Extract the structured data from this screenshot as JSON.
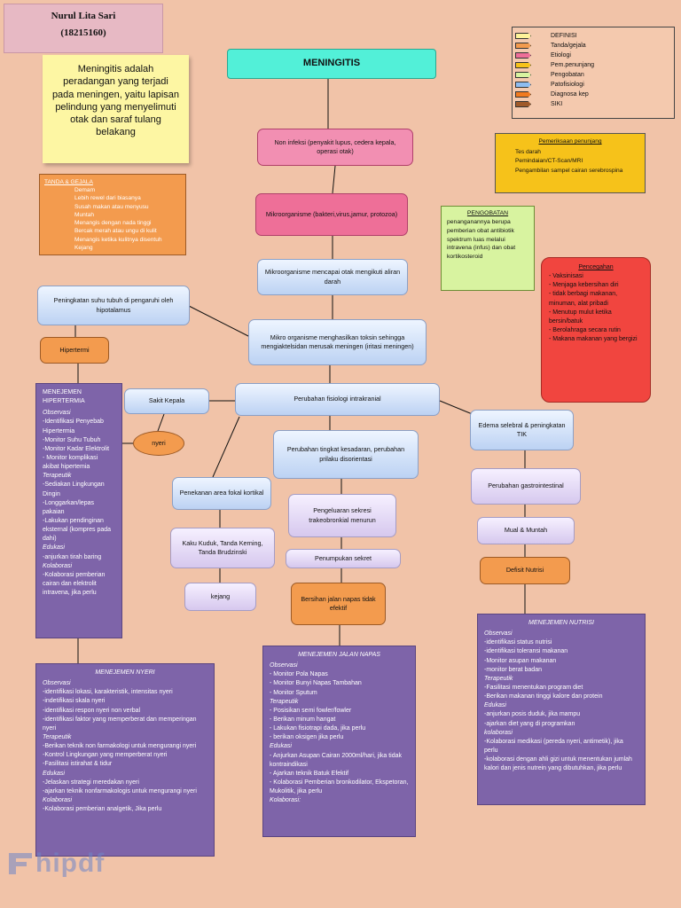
{
  "author": {
    "name": "Nurul Lita Sari",
    "id": "(18215160)"
  },
  "definition": "Meningitis adalah peradangan yang terjadi pada meningen, yaitu lapisan pelindung yang menyelimuti otak dan saraf tulang belakang",
  "title": "MENINGITIS",
  "legend": [
    {
      "label": "DEFINISI",
      "color": "#fdf39a"
    },
    {
      "label": "Tanda/gejala",
      "color": "#f39b4e"
    },
    {
      "label": "Etiologi",
      "color": "#ee6f98"
    },
    {
      "label": "Pem.penunjang",
      "color": "#f6c21a"
    },
    {
      "label": "Pengobatan",
      "color": "#d8f3a0"
    },
    {
      "label": "Patofisiologi",
      "color": "#8fbdf0"
    },
    {
      "label": "Diagnosa kep",
      "color": "#f07a20"
    },
    {
      "label": "SIKI",
      "color": "#a05a2a"
    }
  ],
  "tanda_gejala": {
    "title": "TANDA & GEJALA",
    "items": [
      "Demam",
      "Lebih rewel dari biasanya",
      "Susah makan atau menyusu",
      "Muntah",
      "Menangis dengan nada tinggi",
      "Bercak merah atau ungu di kulit",
      "Menangis ketika kulitnya disentuh",
      "Kejang"
    ]
  },
  "pemeriksaan": {
    "title": "Pemeriksaan penunjang",
    "items": [
      "Tes darah",
      "Pemindaian/CT-Scan/MRI",
      "Pengambilan sampel cairan serebrospina"
    ]
  },
  "pengobatan": {
    "title": "PENGOBATAN",
    "text": "penanganannya berupa pemberian obat antibiotik spektrum luas melalui intravena (infus) dan obat kortikosteroid"
  },
  "pencegahan": {
    "title": "Pencegahan",
    "items": [
      "- Vaksinisasi",
      "- Menjaga kebersihan diri",
      "- tidak berbagi makanan, minuman, alat pribadi",
      "- Menutup mulut ketika bersin/batuk",
      "- Berolahraga secara rutin",
      "- Makana makanan yang bergizi"
    ]
  },
  "nodes": {
    "non_infeksi": "Non infeksi (penyakit lupus, cedera kepala, operasi otak)",
    "mikro": "Mikroorganisme (bakteri,virus,jamur, protozoa)",
    "mikro_masuk": "Mikroorganisme mencapai otak mengikuti aliran darah",
    "toksin": "Mikro organisme menghasilkan toksin sehingga mengiaktelsidan merusak meningen (iritasi meningen)",
    "suhu": "Peningkatan suhu tubuh di pengaruhi oleh hipotalamus",
    "hipertermi": "Hipertermi",
    "sakit_kepala": "Sakit Kepala",
    "nyeri": "nyeri",
    "tik": "Perubahan fisiologi intrakranial",
    "kesadaran": "Perubahan tingkat kesadaran, perubahan prilaku disorientasi",
    "penekanan": "Penekanan area fokal kortikal",
    "kaku": "Kaku Kuduk, Tanda Kerning, Tanda Brudzinski",
    "kejang": "kejang",
    "sekresi": "Pengeluaran sekresi trakeobronkial menurun",
    "penumpukan": "Penumpukan sekret",
    "napas": "Bersihan jalan napas tidak efektif",
    "edema": "Edema selebral & peningkatan TIK",
    "gastro": "Perubahan gastrointestinal",
    "mual": "Mual & Muntah",
    "defisit": "Defisit Nutrisi"
  },
  "hipertermia": {
    "title": "MENEJEMEN HIPERTERMIA",
    "lines": [
      {
        "t": "Observasi",
        "i": true
      },
      {
        "t": "-Identifikasi Penyebab Hipertermia"
      },
      {
        "t": "-Monitor Suhu Tubuh"
      },
      {
        "t": "-Monitor Kadar Elektrolit"
      },
      {
        "t": "- Monitor komplikasi akibat hipertemia"
      },
      {
        "t": "Terapeutik",
        "i": true
      },
      {
        "t": "-Sediakan Lingkungan Dingin"
      },
      {
        "t": "-Longgarkan/lepas pakaian"
      },
      {
        "t": "-Lakukan pendinginan eksternal (kompres pada dahi)"
      },
      {
        "t": "Edukasi",
        "i": true
      },
      {
        "t": "-anjurkan tirah baring"
      },
      {
        "t": "Kolaborasi",
        "i": true
      },
      {
        "t": "-Kolaborasi pemberian cairan dan elektrolit intravena, jika perlu"
      }
    ]
  },
  "nyeri": {
    "title": "MENEJEMEN NYERI",
    "lines": [
      {
        "t": "Observasi",
        "i": true
      },
      {
        "t": "-identifikasi lokasi, karakteristik, intensitas nyeri"
      },
      {
        "t": "-indetifikasi skala nyeri"
      },
      {
        "t": "-identifikasi respon nyeri non verbal"
      },
      {
        "t": "-identifikasi faktor yang memperberat dan memperingan nyeri"
      },
      {
        "t": "Terapeutik",
        "i": true
      },
      {
        "t": "-Berikan teknik non farmakologi untuk mengurangi nyeri"
      },
      {
        "t": "-Kontrol Lingkungan yang memperberat nyeri"
      },
      {
        "t": "-Fasilitasi istirahat & tidur"
      },
      {
        "t": "Edukasi",
        "i": true
      },
      {
        "t": "-Jelaskan strategi meredakan nyeri"
      },
      {
        "t": "-ajarkan teknik nonfarmakologis untuk mengurangi nyeri"
      },
      {
        "t": "Kolaborasi",
        "i": true
      },
      {
        "t": "-Kolaborasi pemberian analgetik, Jika perlu"
      }
    ]
  },
  "jalan_napas": {
    "title": "MENEJEMEN JALAN NAPAS",
    "lines": [
      {
        "t": "Observasi",
        "i": true
      },
      {
        "t": "- Monitor Pola Napas"
      },
      {
        "t": "- Monitor Bunyi Napas Tambahan"
      },
      {
        "t": "- Monitor Sputum"
      },
      {
        "t": "Terapeutik",
        "i": true
      },
      {
        "t": "- Posisikan semi fowler/fowler"
      },
      {
        "t": "- Berikan minum hangat"
      },
      {
        "t": "- Lakukan fisiotrapi dada, jika perlu"
      },
      {
        "t": "- berikan oksigen jika perlu"
      },
      {
        "t": "Edukasi",
        "i": true
      },
      {
        "t": "- Anjurkan Asupan Cairan 2000ml/hari, jika tidak kontraindikasi"
      },
      {
        "t": "- Ajarkan teknik Batuk Efektif"
      },
      {
        "t": "- Kolaborasi Pemberian bronkodilator, Ekspetoran, Mukolitik, jika perlu"
      },
      {
        "t": "Kolaborasi:",
        "i": true
      }
    ]
  },
  "nutrisi": {
    "title": "MENEJEMEN NUTRISI",
    "lines": [
      {
        "t": "Observasi",
        "i": true
      },
      {
        "t": "-identifikasi status nutrisi"
      },
      {
        "t": "-identifikasi toleransi makanan"
      },
      {
        "t": "-Monitor asupan makanan"
      },
      {
        "t": "-monitor berat badan"
      },
      {
        "t": "Terapeutik",
        "i": true
      },
      {
        "t": "-Fasilitasi menentukan program diet"
      },
      {
        "t": "-Berikan makanan tinggi kalore dan protein"
      },
      {
        "t": "Edukasi",
        "i": true
      },
      {
        "t": "-anjurkan posis duduk, jika mampu"
      },
      {
        "t": "-ajarkan diet yang di programkan"
      },
      {
        "t": "kolaborasi",
        "i": true
      },
      {
        "t": "-Kolaborasi medikasi (pereda nyeri, antimetik), jika perlu"
      },
      {
        "t": "-kolaborasi dengan ahli gizi untuk menentukan jumlah kalori dan jenis nutrein yang dibutuhkan, jika perlu"
      }
    ]
  },
  "watermark": "hipdf"
}
